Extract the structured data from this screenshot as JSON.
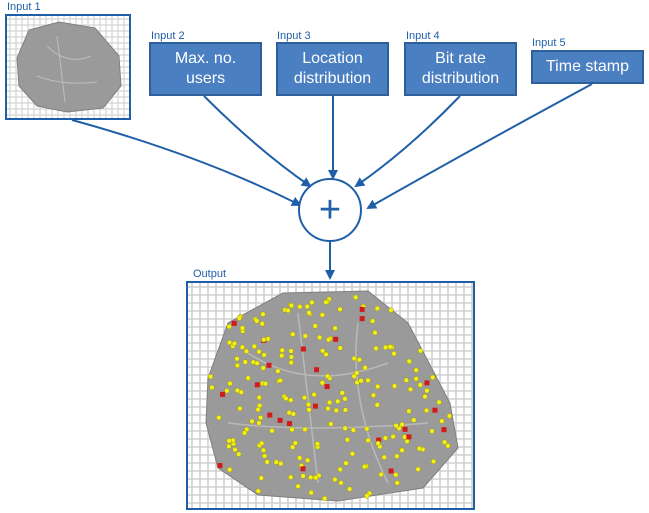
{
  "inputs": [
    {
      "label": "Input 1",
      "kind": "map"
    },
    {
      "label": "Input 2",
      "lines": [
        "Max. no.",
        "users"
      ]
    },
    {
      "label": "Input 3",
      "lines": [
        "Location",
        "distribution"
      ]
    },
    {
      "label": "Input 4",
      "lines": [
        "Bit rate",
        "distribution"
      ]
    },
    {
      "label": "Input 5",
      "lines": [
        "Time stamp"
      ]
    }
  ],
  "combiner": {
    "symbol": "+"
  },
  "output": {
    "label": "Output"
  },
  "colors": {
    "box_fill": "#4a7fc1",
    "box_border": "#2f5f9a",
    "arrow": "#1f5fa8",
    "map_area": "#9a9a9a",
    "user_dot": "#f2ef1a",
    "user_dot_highlight": "#d11a1a"
  }
}
